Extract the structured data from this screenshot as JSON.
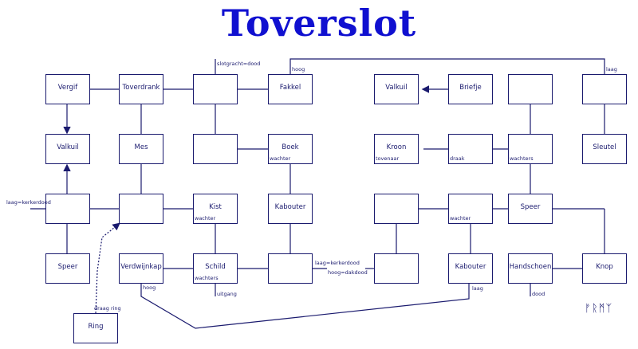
{
  "title": "Toverslot",
  "rooms": {
    "vergif": "Vergif",
    "toverdrank": "Toverdrank",
    "l_empty1": "",
    "fakkel": "Fakkel",
    "valkuil_l": "Valkuil",
    "mes": "Mes",
    "l_empty2": "",
    "boek": "Boek",
    "l_empty3": "",
    "l_empty4": "",
    "kist": "Kist",
    "kabouter_l": "Kabouter",
    "speer_l": "Speer",
    "verdwijnkap": "Verdwijnkap",
    "schild": "Schild",
    "l_empty5": "",
    "ring": "Ring",
    "valkuil_r": "Valkuil",
    "briefje": "Briefje",
    "r_empty1": "",
    "r_empty2": "",
    "kroon": "Kroon",
    "r_empty3": "",
    "r_empty4": "",
    "sleutel": "Sleutel",
    "r_empty5": "",
    "r_empty6": "",
    "speer_r": "Speer",
    "r_empty7": "",
    "r_empty8": "",
    "kabouter_r": "Kabouter",
    "handschoen": "Handschoen",
    "knop": "Knop"
  },
  "labels": {
    "slotgracht": "slotgracht=dood",
    "hoog_fakkel": "hoog",
    "laag_top": "laag",
    "wachter_boek": "wachter",
    "laag_kerker_left": "laag=kerkerdood",
    "wachter_kist": "wachter",
    "wachters_schild": "wachters",
    "uitgang": "uitgang",
    "laag_kerker_mid": "laag=kerkerdood",
    "hoog_verdwijnkap": "hoog",
    "draag_ring": "draag ring",
    "tovenaar": "tovenaar",
    "draak": "draak",
    "wachters_r": "wachters",
    "wachter_r": "wachter",
    "hoog_dakdood": "hoog=dakdood",
    "laag_kabouter": "laag",
    "dood": "dood"
  },
  "runes": "ᚠᚱᛗᛉ",
  "colors": {
    "title": "#1010d0",
    "line": "#1a1a6e"
  }
}
